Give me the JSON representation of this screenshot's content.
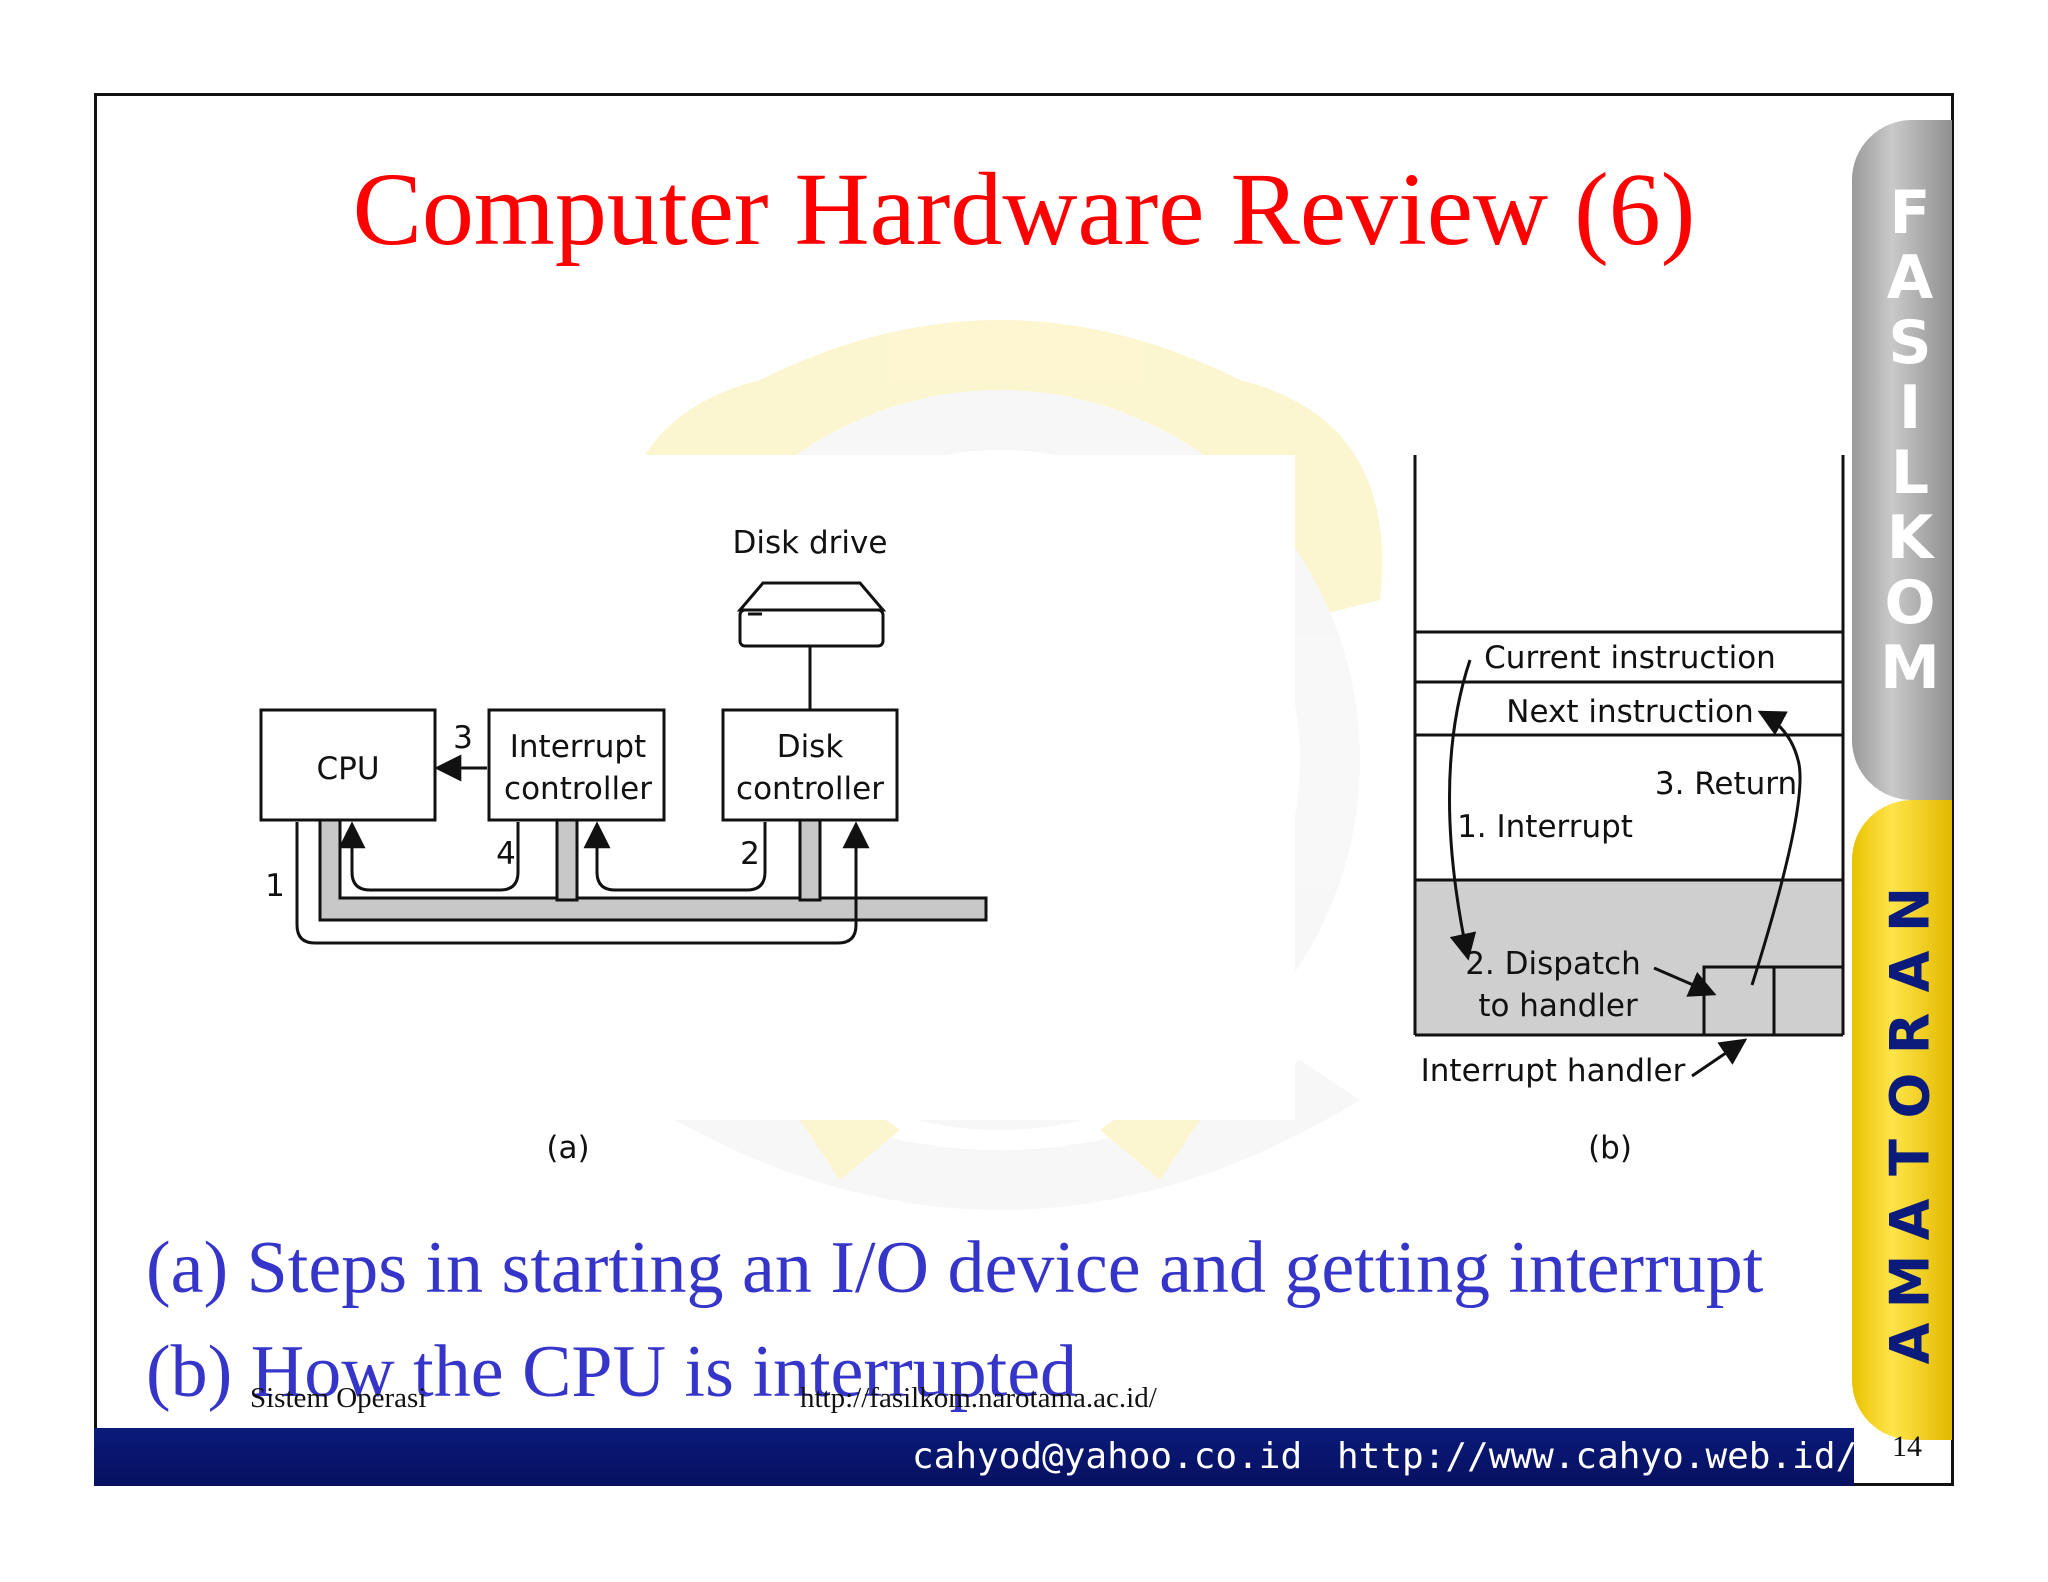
{
  "slide": {
    "title": "Computer Hardware Review (6)",
    "side_tab_top": [
      "F",
      "A",
      "S",
      "I",
      "L",
      "K",
      "O",
      "M"
    ],
    "side_tab_bottom": [
      "N",
      "A",
      "R",
      "O",
      "T",
      "A",
      "M",
      "A"
    ],
    "page_number": "14",
    "colors": {
      "title": "#ff0000",
      "caption": "#3535c9",
      "footer_bar": "#0a1a7a",
      "tab_gray": "#a8a8a8",
      "tab_yellow": "#f5d21a"
    }
  },
  "figure_a": {
    "disk_drive_label": "Disk drive",
    "cpu_label": "CPU",
    "interrupt_controller_line1": "Interrupt",
    "interrupt_controller_line2": "controller",
    "disk_controller_line1": "Disk",
    "disk_controller_line2": "controller",
    "step1": "1",
    "step2": "2",
    "step3": "3",
    "step4": "4",
    "label": "(a)"
  },
  "figure_b": {
    "current_instruction": "Current instruction",
    "next_instruction": "Next instruction",
    "interrupt": "1. Interrupt",
    "return": "3. Return",
    "dispatch_line1": "2. Dispatch",
    "dispatch_line2": "to handler",
    "interrupt_handler": "Interrupt handler",
    "label": "(b)"
  },
  "captions": {
    "line_a": "(a) Steps in starting an I/O device and getting interrupt",
    "line_b": "(b) How the CPU is interrupted"
  },
  "footer": {
    "course": "Sistem Operasi",
    "url_small": "http://fasilkom.narotama.ac.id/",
    "email": "cahyod@yahoo.co.id",
    "website": "http://www.cahyo.web.id/"
  }
}
